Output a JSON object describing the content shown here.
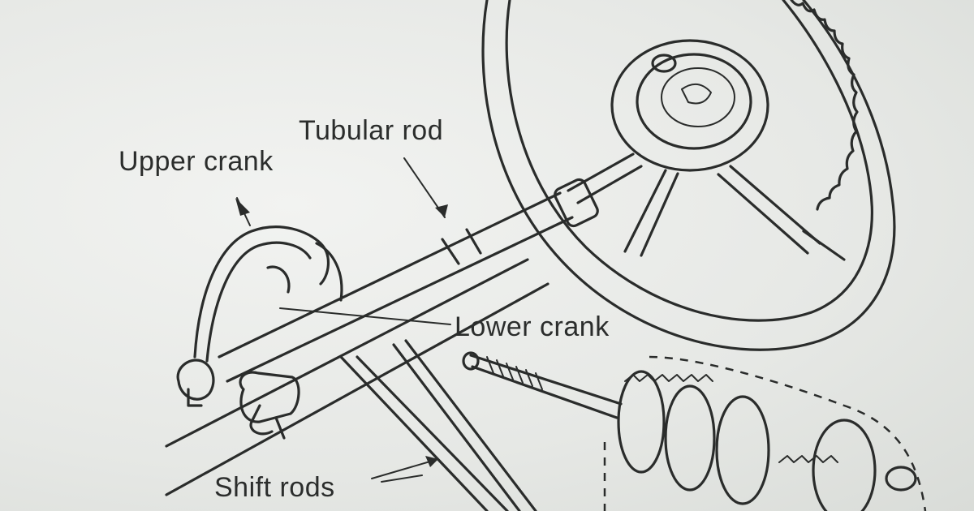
{
  "diagram": {
    "labels": {
      "tubular_rod": "Tubular rod",
      "upper_crank": "Upper crank",
      "lower_crank": "Lower crank",
      "shift_rods": "Shift rods"
    }
  }
}
